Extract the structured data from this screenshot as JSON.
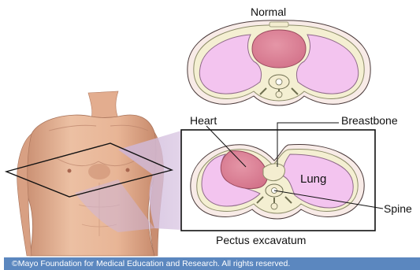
{
  "diagram": {
    "normal_label": "Normal",
    "pectus_label": "Pectus excavatum",
    "labels": {
      "heart": "Heart",
      "breastbone": "Breastbone",
      "lung": "Lung",
      "spine": "Spine"
    },
    "copyright": "©Mayo Foundation for Medical Education and Research.  All rights reserved."
  },
  "colors": {
    "skin": "#e9b89b",
    "skin_shadow": "#b87e63",
    "lung_fill": "#f3c4ef",
    "chest_wall_fill": "#f6eddf",
    "heart_fill": "#dd7f93",
    "bone_fill": "#f4edd0",
    "bone_outline": "#8c8c68",
    "projection": "#cdb6d9",
    "copyright_bar": "#5b87bf"
  }
}
